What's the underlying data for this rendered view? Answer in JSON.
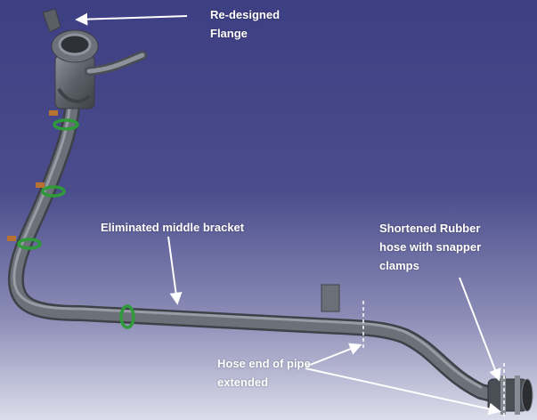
{
  "annotations": {
    "flange": "Re-designed Flange",
    "bracket": "Eliminated middle bracket",
    "hose": "Shortened Rubber hose with snapper clamps",
    "pipe_end": "Hose end of pipe extended"
  },
  "colors": {
    "bg_top": "#3f4184",
    "bg_bottom": "#d6d6e6",
    "pipe": "#5c6168",
    "pipe_light": "#9aa0a8",
    "clamp": "#2f9a3a",
    "arrow": "#ffffff"
  }
}
